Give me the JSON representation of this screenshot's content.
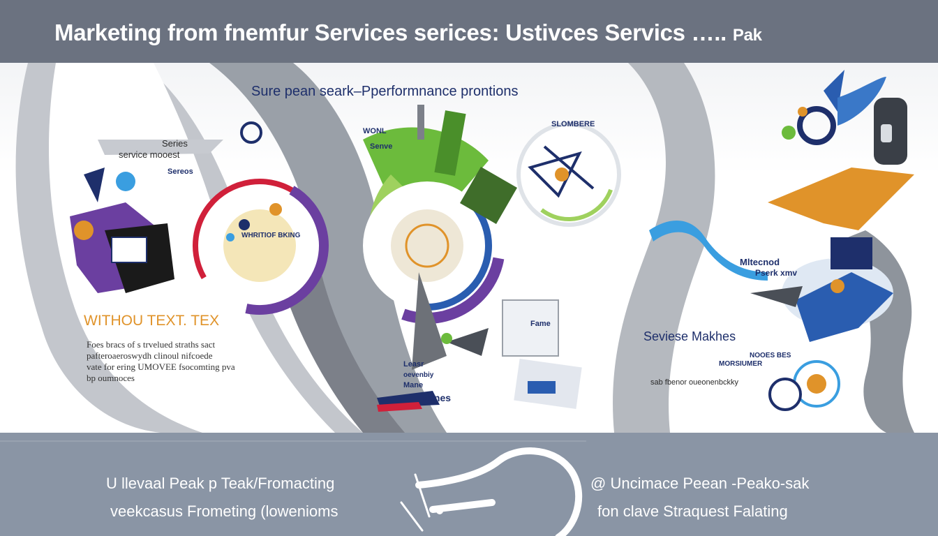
{
  "header": {
    "title": "Marketing from fnemfur Services serices: Ustivces Servics …..",
    "title_suffix": "Pak"
  },
  "center": {
    "heading": "Sure pean seark–Pperformnance prontions",
    "mid_label": "WHRITIOF BKING",
    "mid_small": "SLOMBERE",
    "mid_top": "WONL",
    "mid_top2": "Senve"
  },
  "left_panel": {
    "series": "Series",
    "sub1": "service mooest",
    "sub2": "Sereos",
    "heading": "WITHOU TEXT. TEX",
    "body": [
      "Foes bracs of s trvelued straths sact",
      "pafteroaeroswydh clinoul nifcoede",
      "vate for ering UMOVEE fsocomting pva",
      "bp oumnoces"
    ]
  },
  "bottom_labels": {
    "l1": "Leasr",
    "l2": "oevenbiy",
    "l3": "Mane",
    "l4": "Nanes",
    "l5": "Fame"
  },
  "right_panel": {
    "label1": "Mltecnod",
    "label2": "Pserk xmv",
    "heading": "Seviese Makhes",
    "row1": "MORSIUMER",
    "row2": "NOOES BES",
    "body": "sab fbenor oueonenbckky"
  },
  "footer": {
    "l1": "U llevaal Peak p Teak/Fromacting",
    "l2": "veekcasus Frometing (lowenioms",
    "r1": "@ Uncimace Peean ‐Peako‐sak",
    "r2": "fon clave Straquest Falating"
  },
  "colors": {
    "banner": "#6b7280",
    "footer": "#8a95a5",
    "navy": "#1e2f6b",
    "orange": "#e0932a",
    "green": "#6cbb3c",
    "purple": "#6b3fa0",
    "red": "#d0203a",
    "sky": "#3a9ee0"
  }
}
